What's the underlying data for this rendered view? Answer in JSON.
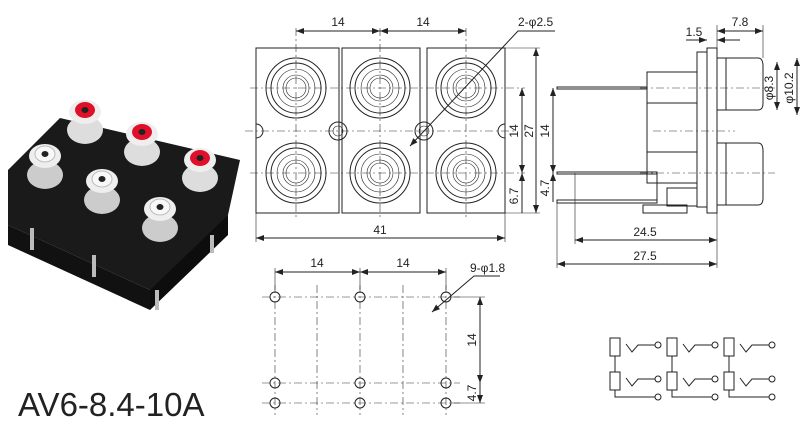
{
  "model_name": "AV6-8.4-10A",
  "front_view": {
    "pitch_left": "14",
    "pitch_right": "14",
    "mount_hole_note": "2-φ2.5",
    "row_pitch": "14",
    "body_height": "27",
    "bottom_offset": "6.7",
    "body_width": "41"
  },
  "side_view": {
    "flange": "1.5",
    "jack_length": "7.8",
    "inner_diameter": "φ8.3",
    "outer_diameter": "φ10.2",
    "pin_pitch": "14",
    "pin_offset": "4.7",
    "depth_short": "24.5",
    "depth_total": "27.5"
  },
  "pcb_layout": {
    "pitch_left": "14",
    "pitch_right": "14",
    "hole_note": "9-φ1.8",
    "row_pitch": "14",
    "row_offset": "4.7"
  },
  "colors": {
    "red_insulator": "#e0102a",
    "white_insulator": "#f2f2f2",
    "body": "#1a1a1a"
  }
}
